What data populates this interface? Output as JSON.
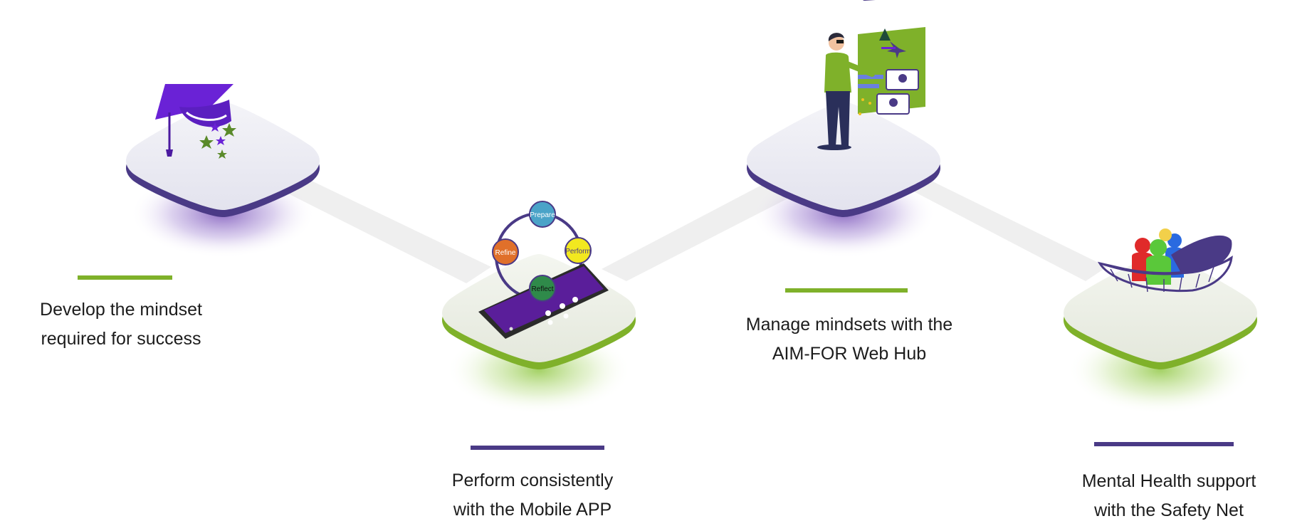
{
  "colors": {
    "purple": "#4a3a86",
    "violet": "#6a22d6",
    "green": "#7fb12a",
    "bright_green": "#8dc63f",
    "connector": "#efefef",
    "text": "#1c1c1c"
  },
  "steps": [
    {
      "id": "develop",
      "accent": "purple",
      "icon": "graduation-cap-icon",
      "lines": [
        "Develop the mindset",
        "required for success"
      ]
    },
    {
      "id": "perform",
      "accent": "green",
      "icon": "mobile-tablet-icon",
      "lines": [
        "Perform consistently",
        "with the Mobile APP"
      ],
      "cycle": [
        "Prepare",
        "Perform",
        "Reflect",
        "Refine"
      ]
    },
    {
      "id": "manage",
      "accent": "purple",
      "icon": "web-hub-presenter-icon",
      "lines": [
        "Manage mindsets with the",
        "AIM-FOR Web Hub"
      ]
    },
    {
      "id": "safety",
      "accent": "green",
      "icon": "safety-net-people-icon",
      "lines": [
        "Mental Health support",
        "with the Safety Net"
      ]
    }
  ]
}
